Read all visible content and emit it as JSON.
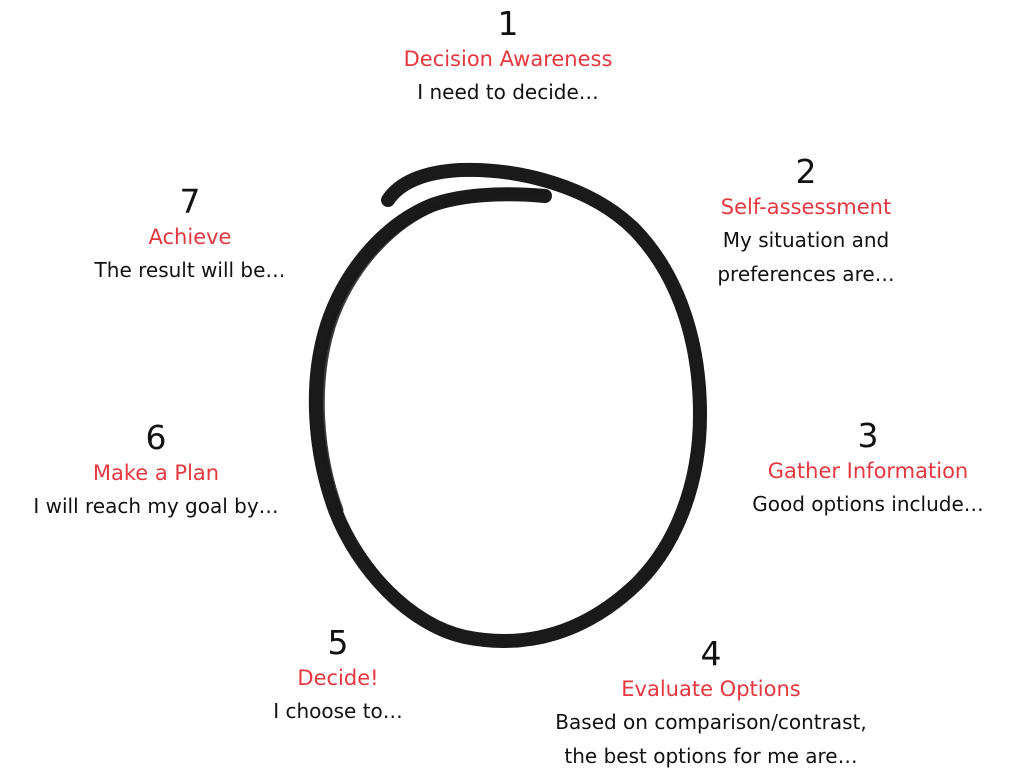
{
  "diagram": {
    "accent_color": "#e5373f",
    "text_color": "#111111",
    "stroke_color": "#1a1a1a",
    "steps": [
      {
        "number": "1",
        "title": "Decision Awareness",
        "prompt_lines": [
          "I need to decide…"
        ]
      },
      {
        "number": "2",
        "title": "Self-assessment",
        "prompt_lines": [
          "My situation and",
          "preferences are…"
        ]
      },
      {
        "number": "3",
        "title": "Gather Information",
        "prompt_lines": [
          "Good options include…"
        ]
      },
      {
        "number": "4",
        "title": "Evaluate Options",
        "prompt_lines": [
          "Based on comparison/contrast,",
          "the best options for me are…"
        ]
      },
      {
        "number": "5",
        "title": "Decide!",
        "prompt_lines": [
          "I choose to…"
        ]
      },
      {
        "number": "6",
        "title": "Make a Plan",
        "prompt_lines": [
          "I will reach my goal by…"
        ]
      },
      {
        "number": "7",
        "title": "Achieve",
        "prompt_lines": [
          "The result will be…"
        ]
      }
    ]
  }
}
